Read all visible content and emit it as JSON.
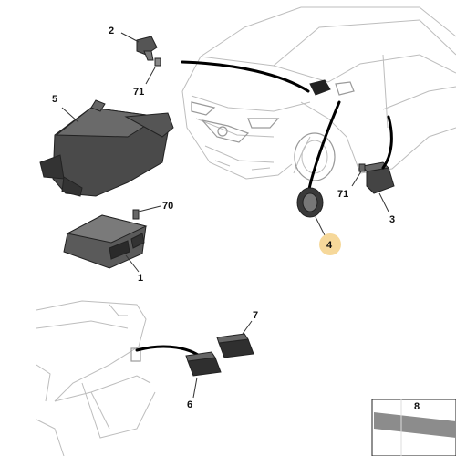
{
  "callouts": {
    "c1": "1",
    "c2": "2",
    "c3": "3",
    "c4": "4",
    "c5": "5",
    "c6": "6",
    "c7": "7",
    "c8": "8",
    "c70": "70",
    "c71a": "71",
    "c71b": "71"
  },
  "colors": {
    "highlight": "#f6d89a",
    "part_fill": "#3a3a3a",
    "part_light": "#8a8a8a",
    "strip": "#8c8c8c"
  }
}
